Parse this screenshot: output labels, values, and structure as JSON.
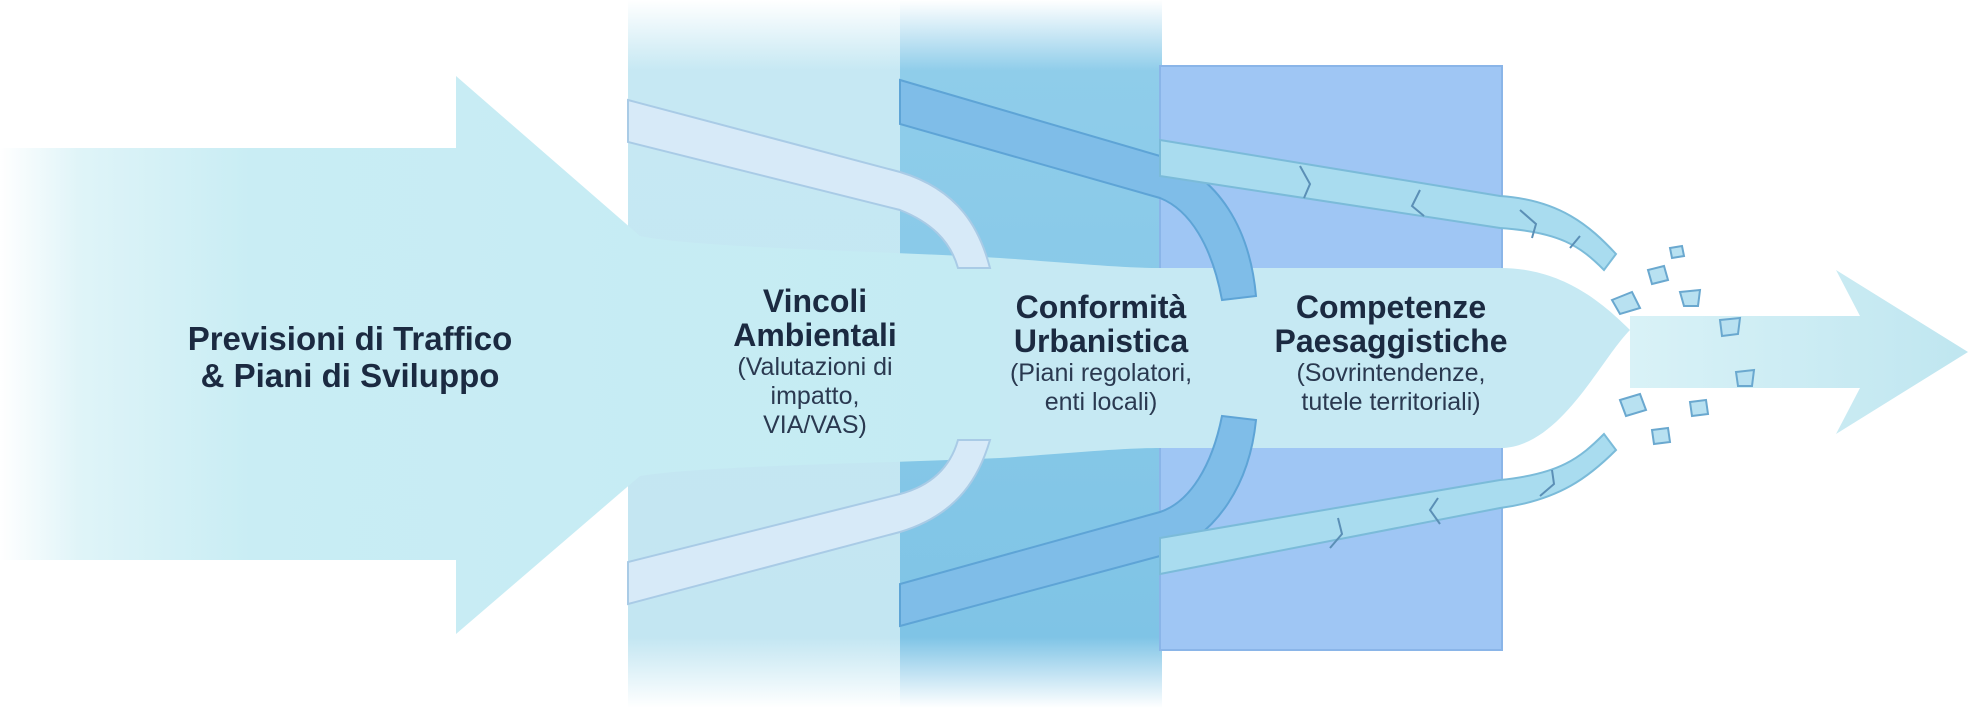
{
  "colors": {
    "background": "#ffffff",
    "arrow": "#c8ecf3",
    "barrier_1": "#bfe6f2",
    "barrier_2": "#7ec6e6",
    "barrier_3": "#9fc6f4",
    "text": "#1b2a41"
  },
  "stages": [
    {
      "title_lines": [
        "Previsioni di Traffico",
        "& Piani di Sviluppo"
      ],
      "subtitle_lines": []
    },
    {
      "title_lines": [
        "Vincoli",
        "Ambientali"
      ],
      "subtitle_lines": [
        "(Valutazioni di",
        "impatto,",
        "VIA/VAS)"
      ]
    },
    {
      "title_lines": [
        "Conformità",
        "Urbanistica"
      ],
      "subtitle_lines": [
        "(Piani regolatori,",
        "enti locali)"
      ]
    },
    {
      "title_lines": [
        "Competenze",
        "Paesaggistiche"
      ],
      "subtitle_lines": [
        "(Sovrintendenze,",
        "tutele territoriali)"
      ]
    }
  ]
}
